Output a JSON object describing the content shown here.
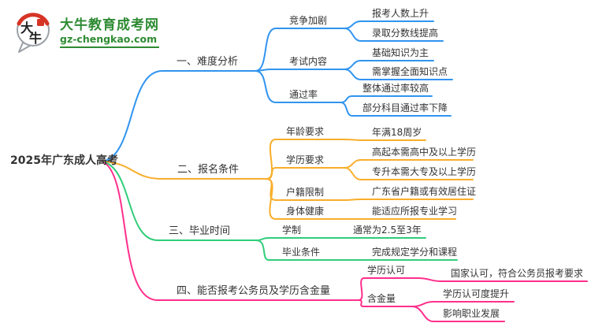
{
  "logo": {
    "badge_chars_1": "大",
    "badge_chars_2": "牛",
    "site_name": "大牛教育成考网",
    "site_domain": "gz-chengkao.com"
  },
  "colors": {
    "branch1": "#3194F0",
    "branch2": "#F9AE2B",
    "branch3": "#30CD79",
    "branch4": "#FF2F8C",
    "logo_green": "#2E8B33",
    "seal_red": "#D63425",
    "text": "#333333"
  },
  "mindmap": {
    "root": "2025年广东成人高考",
    "branches": [
      {
        "label": "一、难度分析",
        "children": [
          {
            "label": "竞争加剧",
            "children": [
              {
                "label": "报考人数上升"
              },
              {
                "label": "录取分数线提高"
              }
            ]
          },
          {
            "label": "考试内容",
            "children": [
              {
                "label": "基础知识为主"
              },
              {
                "label": "需掌握全面知识点"
              }
            ]
          },
          {
            "label": "通过率",
            "children": [
              {
                "label": "整体通过率较高"
              },
              {
                "label": "部分科目通过率下降"
              }
            ]
          }
        ]
      },
      {
        "label": "二、报名条件",
        "children": [
          {
            "label": "年龄要求",
            "children": [
              {
                "label": "年满18周岁"
              }
            ]
          },
          {
            "label": "学历要求",
            "children": [
              {
                "label": "高起本需高中及以上学历"
              },
              {
                "label": "专升本需大专及以上学历"
              }
            ]
          },
          {
            "label": "户籍限制",
            "children": [
              {
                "label": "广东省户籍或有效居住证"
              }
            ]
          },
          {
            "label": "身体健康",
            "children": [
              {
                "label": "能适应所报专业学习"
              }
            ]
          }
        ]
      },
      {
        "label": "三、毕业时间",
        "children": [
          {
            "label": "学制",
            "children": [
              {
                "label": "通常为2.5至3年"
              }
            ]
          },
          {
            "label": "毕业条件",
            "children": [
              {
                "label": "完成规定学分和课程"
              }
            ]
          }
        ]
      },
      {
        "label": "四、能否报考公务员及学历含金量",
        "children": [
          {
            "label": "学历认可",
            "children": [
              {
                "label": "国家认可，符合公务员报考要求"
              }
            ]
          },
          {
            "label": "含金量",
            "children": [
              {
                "label": "学历认可度提升"
              },
              {
                "label": "影响职业发展"
              }
            ]
          }
        ]
      }
    ]
  }
}
